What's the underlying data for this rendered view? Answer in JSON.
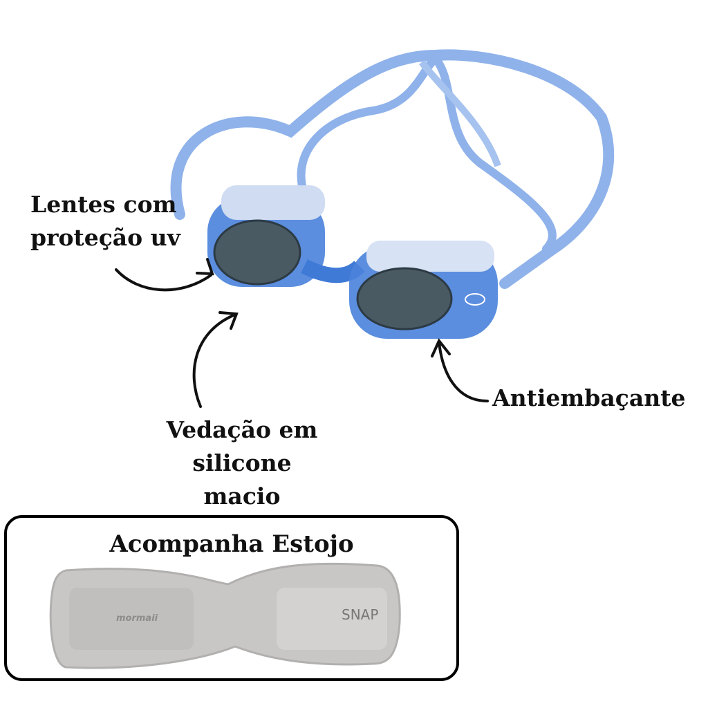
{
  "labels": {
    "lenses": [
      "Lentes com",
      "proteção uv"
    ],
    "seal": [
      "Vedação em",
      "silicone macio"
    ],
    "antifog": "Antiembaçante"
  },
  "case_box": {
    "title": "Acompanha Estojo",
    "brand": "mormaii",
    "model": "SNAP"
  },
  "colors": {
    "strap": "#6f9be0",
    "frame": "#3f7ad6",
    "lens": "#4a5a63",
    "case": "#c9c7c6"
  }
}
